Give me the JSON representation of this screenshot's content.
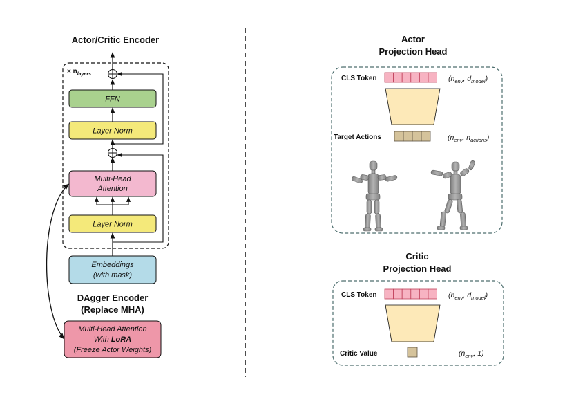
{
  "left": {
    "title": "Actor/Critic Encoder",
    "repeat_prefix": "× n",
    "repeat_sub": "layers",
    "ffn": "FFN",
    "layer_norm_top": "Layer Norm",
    "mha_line1": "Multi-Head",
    "mha_line2": "Attention",
    "layer_norm_bottom": "Layer Norm",
    "emb_line1": "Embeddings",
    "emb_line2": "(with mask)",
    "dagger_title_line1": "DAgger Encoder",
    "dagger_title_line2": "(Replace MHA)",
    "lora_line1": "Multi-Head Attention",
    "lora_line2_prefix": "With ",
    "lora_line2_bold": "LoRA",
    "lora_line3": "(Freeze Actor Weights)"
  },
  "actor": {
    "title_line1": "Actor",
    "title_line2": "Projection Head",
    "cls_label": "CLS Token",
    "cls_dim_open": "(n",
    "cls_dim_sub1": "env",
    "cls_dim_mid": ", d",
    "cls_dim_sub2": "model",
    "cls_dim_close": ")",
    "target_label": "Target Actions",
    "target_dim_open": "(n",
    "target_dim_sub1": "env",
    "target_dim_mid": ", n",
    "target_dim_sub2": "actions",
    "target_dim_close": ")"
  },
  "critic": {
    "title_line1": "Critic",
    "title_line2": "Projection Head",
    "cls_label": "CLS Token",
    "cls_dim_open": "(n",
    "cls_dim_sub1": "env",
    "cls_dim_mid": ", d",
    "cls_dim_sub2": "model",
    "cls_dim_close": ")",
    "value_label": "Critic Value",
    "value_dim_open": "(n",
    "value_dim_sub1": "env",
    "value_dim_close": ", 1)"
  },
  "colors": {
    "ffn": "#a9d18e",
    "layer_norm": "#f4e97a",
    "mha": "#f3b8cf",
    "embeddings": "#b4dbe8",
    "lora": "#ee97a9",
    "token_pink": "#f7b3c2",
    "token_tan": "#d5c39b",
    "projection": "#fde9b8"
  }
}
